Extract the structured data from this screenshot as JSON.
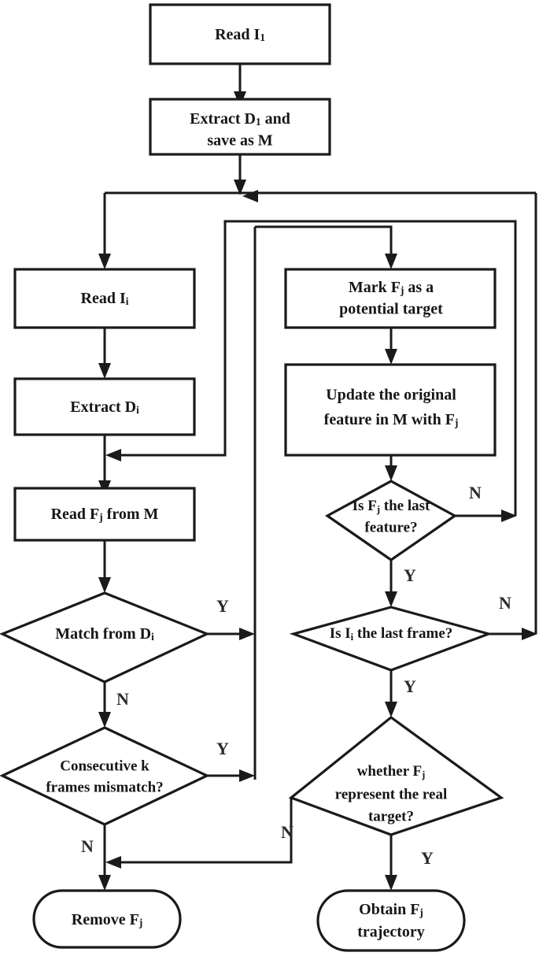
{
  "diagram": {
    "type": "flowchart",
    "title": "",
    "orientation": "top-to-bottom, two columns",
    "colors": {
      "background": "#ffffff",
      "stroke": "#1a1a1a",
      "text": "#161616"
    },
    "nodes": [
      {
        "id": "read-i1",
        "shape": "process",
        "text": "Read I1",
        "line1": "Read I",
        "sub1": "1",
        "line2": "",
        "sub2": ""
      },
      {
        "id": "extract-d1",
        "shape": "process",
        "text": "Extract D1 and save as M",
        "line1": "Extract D",
        "sub1": "1",
        "line1b": " and",
        "line2": "save as M",
        "sub2": ""
      },
      {
        "id": "read-ii",
        "shape": "process",
        "text": "Read Ii",
        "line1": "Read I",
        "sub1": "i",
        "line2": "",
        "sub2": ""
      },
      {
        "id": "extract-di",
        "shape": "process",
        "text": "Extract Di",
        "line1": "Extract D",
        "sub1": "i",
        "line2": "",
        "sub2": ""
      },
      {
        "id": "read-fj-from-m",
        "shape": "process",
        "text": "Read Fj from M",
        "line1": "Read  F",
        "sub1": "j",
        "line1b": " from M",
        "line2": "",
        "sub2": ""
      },
      {
        "id": "match-from-di",
        "shape": "decision",
        "text": "Match from Di",
        "line1": "Match from D",
        "sub1": "i",
        "line2": "",
        "sub2": ""
      },
      {
        "id": "consecutive-k",
        "shape": "decision",
        "text": "Consecutive k frames mismatch?",
        "line1": "Consecutive  k",
        "sub1": "",
        "line2": "frames mismatch?",
        "sub2": ""
      },
      {
        "id": "remove-fj",
        "shape": "terminator",
        "text": "Remove Fj",
        "line1": "Remove F",
        "sub1": "j",
        "line2": "",
        "sub2": ""
      },
      {
        "id": "mark-fj",
        "shape": "process",
        "text": "Mark Fj as a potential target",
        "line1": "Mark F",
        "sub1": "j",
        "line1b": " as a",
        "line2": "potential target",
        "sub2": ""
      },
      {
        "id": "update-feature",
        "shape": "process",
        "text": "Update the original feature in M with Fj",
        "line1": "Update the original",
        "sub1": "",
        "line2": "feature in M with F",
        "sub2": "j"
      },
      {
        "id": "is-fj-last",
        "shape": "decision",
        "text": "Is Fj the last feature?",
        "line1": "Is F",
        "sub1": "j",
        "line1b": " the last",
        "line2": "feature?",
        "sub2": ""
      },
      {
        "id": "is-ii-last",
        "shape": "decision",
        "text": "Is Ii the last frame?",
        "line1": "Is I",
        "sub1": "i",
        "line1b": " the last frame?",
        "line2": "",
        "sub2": ""
      },
      {
        "id": "whether-real",
        "shape": "decision",
        "text": "whether Fj represent the real target?",
        "line1": "whether F",
        "sub1": "j",
        "line2": "represent the real",
        "line3": "target?",
        "sub2": ""
      },
      {
        "id": "obtain-traj",
        "shape": "terminator",
        "text": "Obtain Fj trajectory",
        "line1": "Obtain F",
        "sub1": "j",
        "line2": "trajectory",
        "sub2": ""
      }
    ],
    "branch_labels": {
      "match_yes": "Y",
      "match_no": "N",
      "consecutive_yes": "Y",
      "consecutive_no": "N",
      "fj_last_no": "N",
      "fj_last_yes": "Y",
      "ii_last_no": "N",
      "ii_last_yes": "Y",
      "whether_no": "N",
      "whether_yes": "Y"
    },
    "edges": [
      {
        "from": "read-i1",
        "to": "extract-d1",
        "label": ""
      },
      {
        "from": "extract-d1",
        "to": "read-ii",
        "label": ""
      },
      {
        "from": "extract-d1",
        "to": "mark-fj",
        "label": ""
      },
      {
        "from": "read-ii",
        "to": "extract-di",
        "label": ""
      },
      {
        "from": "extract-di",
        "to": "read-fj-from-m",
        "label": ""
      },
      {
        "from": "read-fj-from-m",
        "to": "match-from-di",
        "label": ""
      },
      {
        "from": "match-from-di",
        "to": "mark-fj",
        "label": "Y"
      },
      {
        "from": "match-from-di",
        "to": "consecutive-k",
        "label": "N"
      },
      {
        "from": "consecutive-k",
        "to": "mark-fj",
        "label": "Y"
      },
      {
        "from": "consecutive-k",
        "to": "remove-fj",
        "label": "N"
      },
      {
        "from": "mark-fj",
        "to": "update-feature",
        "label": ""
      },
      {
        "from": "update-feature",
        "to": "is-fj-last",
        "label": ""
      },
      {
        "from": "is-fj-last",
        "to": "read-fj-from-m",
        "label": "N"
      },
      {
        "from": "is-fj-last",
        "to": "is-ii-last",
        "label": "Y"
      },
      {
        "from": "is-ii-last",
        "to": "read-ii",
        "label": "N"
      },
      {
        "from": "is-ii-last",
        "to": "whether-real",
        "label": "Y"
      },
      {
        "from": "whether-real",
        "to": "remove-fj",
        "label": "N"
      },
      {
        "from": "whether-real",
        "to": "obtain-traj",
        "label": "Y"
      }
    ]
  }
}
